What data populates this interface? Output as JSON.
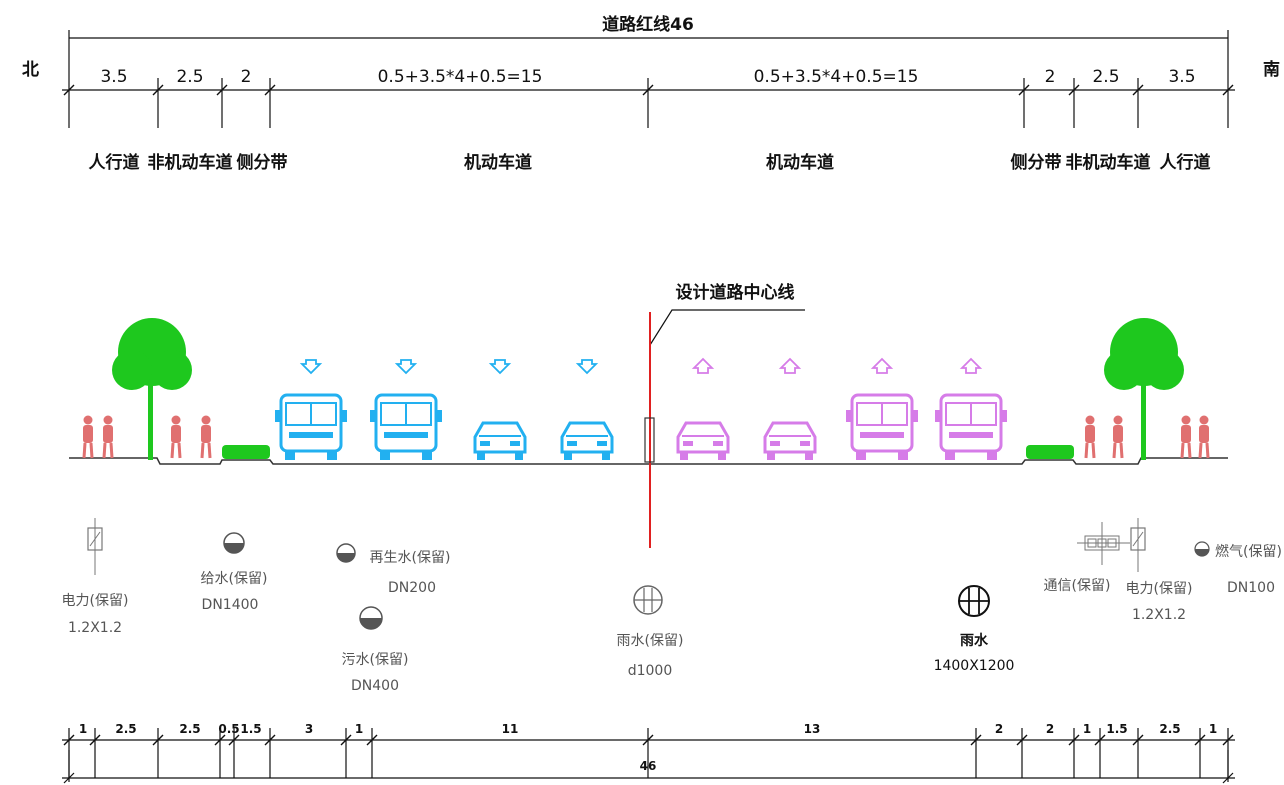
{
  "title": "道路红线46",
  "directions": {
    "left": "北",
    "right": "南"
  },
  "top_widths": [
    "3.5",
    "2.5",
    "2",
    "0.5+3.5*4+0.5=15",
    "0.5+3.5*4+0.5=15",
    "2",
    "2.5",
    "3.5"
  ],
  "zone_labels": [
    "人行道",
    "非机动车道",
    "侧分带",
    "机动车道",
    "机动车道",
    "侧分带",
    "非机动车道",
    "人行道"
  ],
  "centerline_label": "设计道路中心线",
  "pipelines": [
    {
      "name": "电力(保留)",
      "size": "1.2X1.2"
    },
    {
      "name": "给水(保留)",
      "size": "DN1400"
    },
    {
      "name": "再生水(保留)",
      "size": "DN200"
    },
    {
      "name": "污水(保留)",
      "size": "DN400"
    },
    {
      "name": "雨水(保留)",
      "size": "d1000"
    },
    {
      "name": "雨水",
      "size": "1400X1200"
    },
    {
      "name": "通信(保留)",
      "size": ""
    },
    {
      "name": "电力(保留)",
      "size": "1.2X1.2"
    },
    {
      "name": "燃气(保留)",
      "size": "DN100"
    }
  ],
  "bottom_segments": [
    "1",
    "2.5",
    "2.5",
    "0.5",
    "1.5",
    "3",
    "1",
    "11",
    "13",
    "2",
    "2",
    "1",
    "1.5",
    "2.5",
    "1"
  ],
  "bottom_total": "46",
  "colors": {
    "southbound": "#22b0f0",
    "northbound": "#d67ce8",
    "tree": "#1ec81e",
    "pedestrian": "#e07070",
    "centerline": "#e02020"
  },
  "icons": [
    "tree-icon",
    "pedestrian-icon",
    "bus-icon",
    "car-icon",
    "direction-arrow-icon",
    "manhole-icon"
  ]
}
